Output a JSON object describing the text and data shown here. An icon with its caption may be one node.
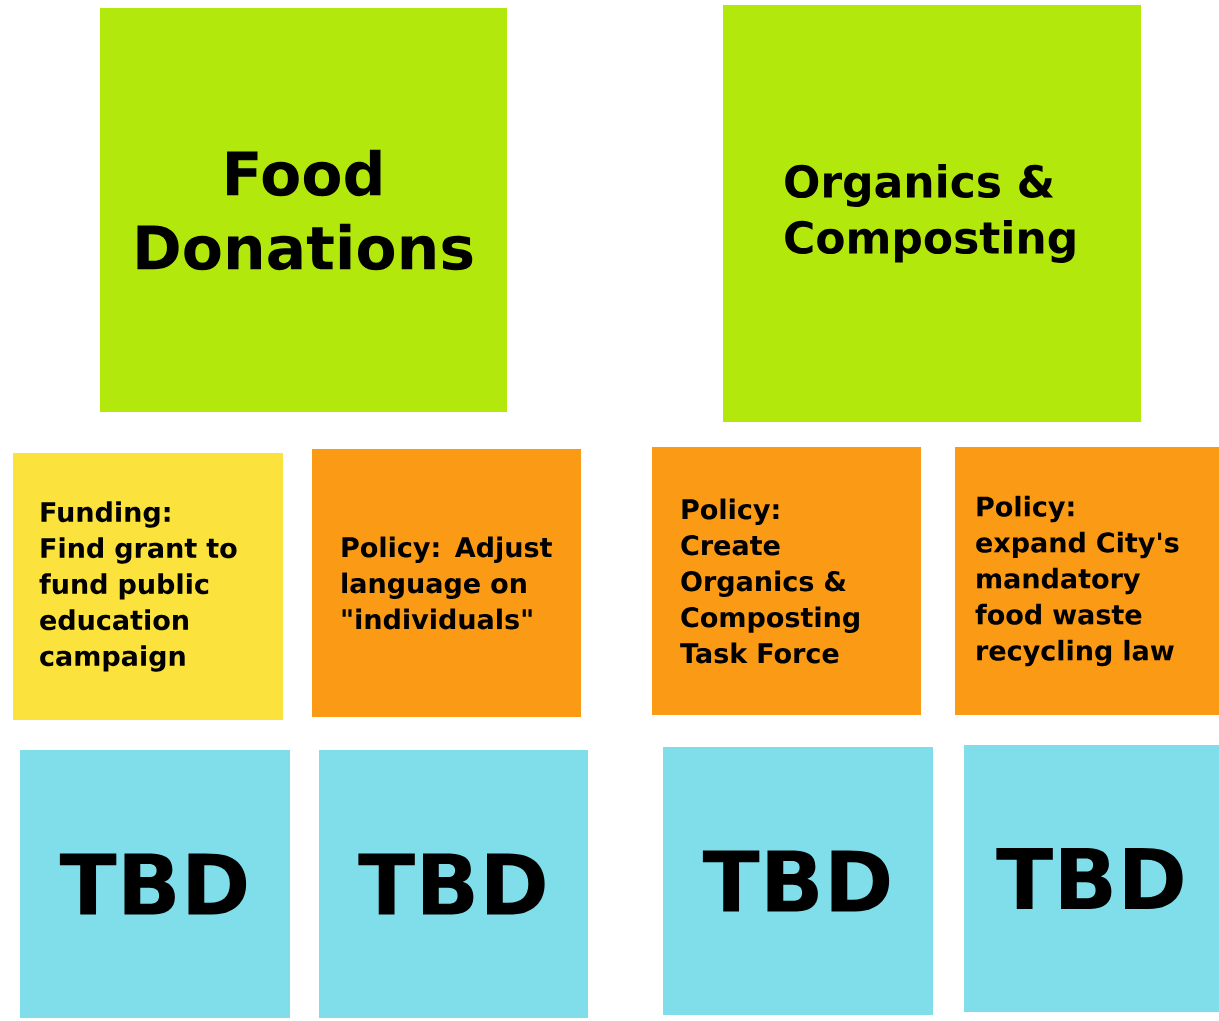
{
  "diagram": {
    "nodes": [
      {
        "text": [
          "Food Donations"
        ]
      },
      {
        "text": [
          "Organics & Composting"
        ]
      },
      {
        "text": [
          "Funding: Find grant to fund public education campaign"
        ]
      },
      {
        "text": [
          "Policy: Adjust language on \"individuals\""
        ]
      },
      {
        "text": [
          "Policy: Create Organics & Composting Task Force"
        ]
      },
      {
        "text": [
          "Policy: expand City's mandatory food waste recycling law"
        ]
      },
      {
        "text": [
          "TBD"
        ]
      },
      {
        "text": [
          "TBD"
        ]
      },
      {
        "text": [
          "TBD"
        ]
      },
      {
        "text": [
          "TBD"
        ]
      }
    ]
  }
}
